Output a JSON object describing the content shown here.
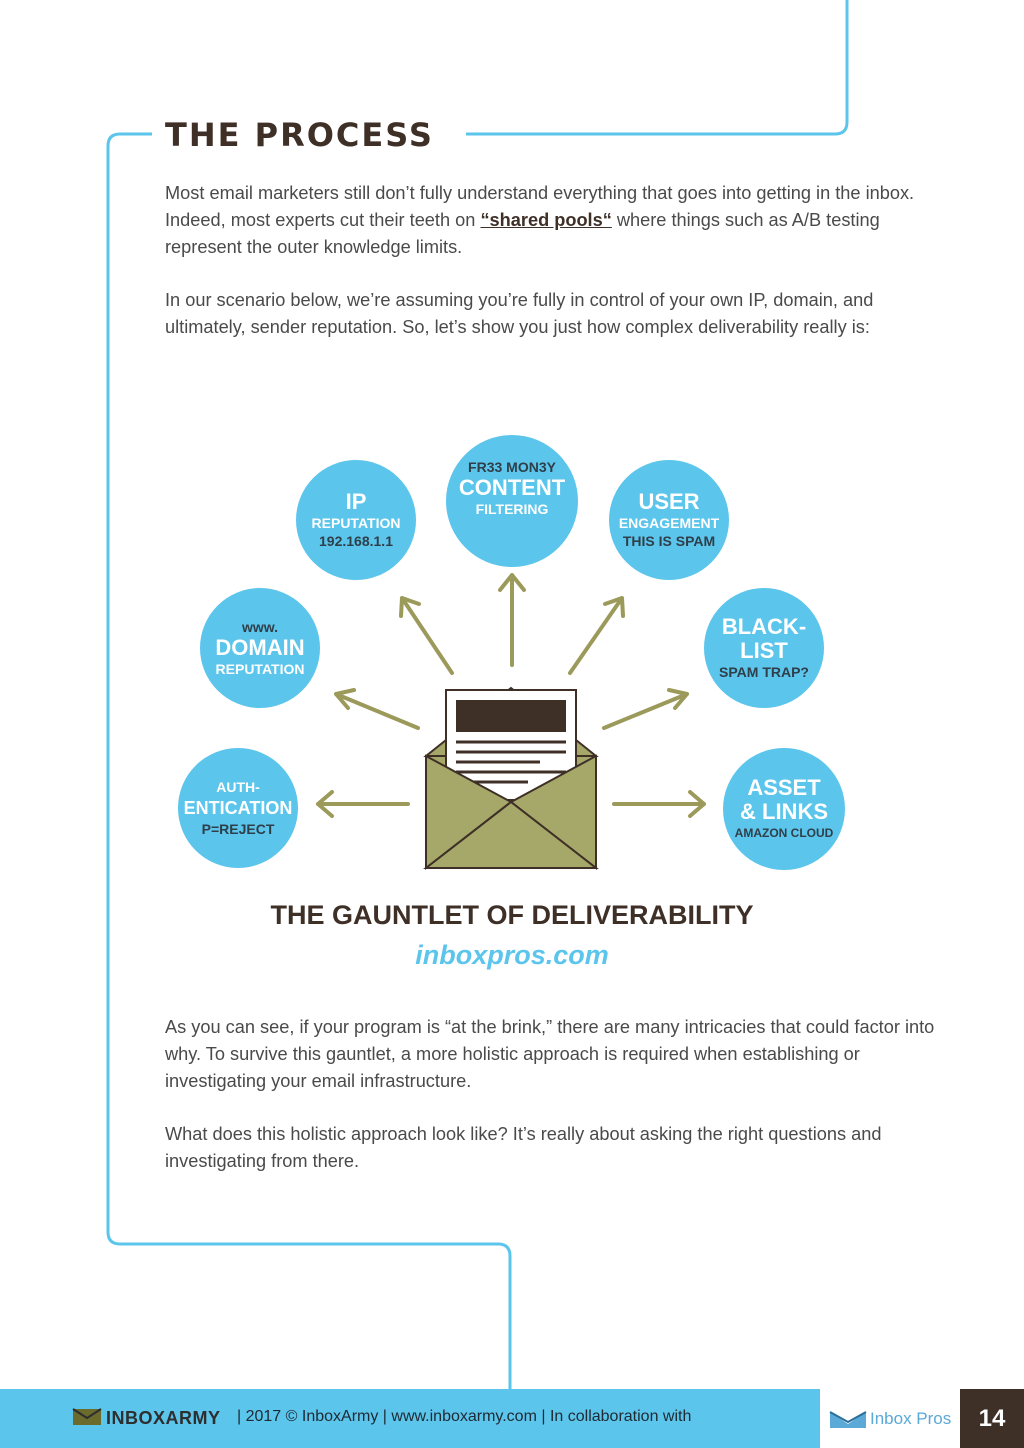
{
  "heading": "THE PROCESS",
  "paragraph1": {
    "before": "Most email marketers still don’t fully understand everything that goes into getting in the inbox. Indeed, most experts cut their teeth on ",
    "link": "“shared pools“",
    "after": " where things such as A/B testing represent the outer knowledge limits."
  },
  "paragraph2": "In our scenario below, we’re assuming you’re fully in control of your own IP, domain, and ultimately, sender reputation. So, let’s show you just how complex deliverability really is:",
  "diagram": {
    "circles": {
      "ip": {
        "big": "IP",
        "line1": "REPUTATION",
        "line2": "192.168.1.1"
      },
      "content": {
        "top": "FR33 MON3Y",
        "big": "CONTENT",
        "line1": "FILTERING"
      },
      "user": {
        "big": "USER",
        "line1": "ENGAGEMENT",
        "line2": "THIS IS SPAM"
      },
      "domain": {
        "top": "www.",
        "big": "DOMAIN",
        "line1": "REPUTATION"
      },
      "blacklist": {
        "big1": "BLACK-",
        "big2": "LIST",
        "line1": "SPAM TRAP?"
      },
      "auth": {
        "line0": "AUTH-",
        "big": "ENTICATION",
        "line1": "P=REJECT"
      },
      "asset": {
        "big1": "ASSET",
        "big2": "& LINKS",
        "line1": "AMAZON CLOUD"
      }
    },
    "title": "THE GAUNTLET OF DELIVERABILITY",
    "link": "inboxpros.com",
    "colors": {
      "circle": "#5bc5ec",
      "arrow": "#9c9a5b",
      "envelope": "#a5a868",
      "dark": "#3e2f27"
    }
  },
  "paragraph3": "As you can see, if your program is “at the brink,” there are many intricacies that could factor into why. To survive this gauntlet, a more holistic approach is required when establishing or investigating your email infrastructure.",
  "paragraph4": "What does this holistic approach look like? It’s really about asking the right questions and investigating from there.",
  "footer": {
    "brand": "INBOXARMY",
    "text": "|  2017 © InboxArmy  |  www.inboxarmy.com  |  In collaboration with",
    "partner": "Inbox Pros",
    "page": "14"
  }
}
